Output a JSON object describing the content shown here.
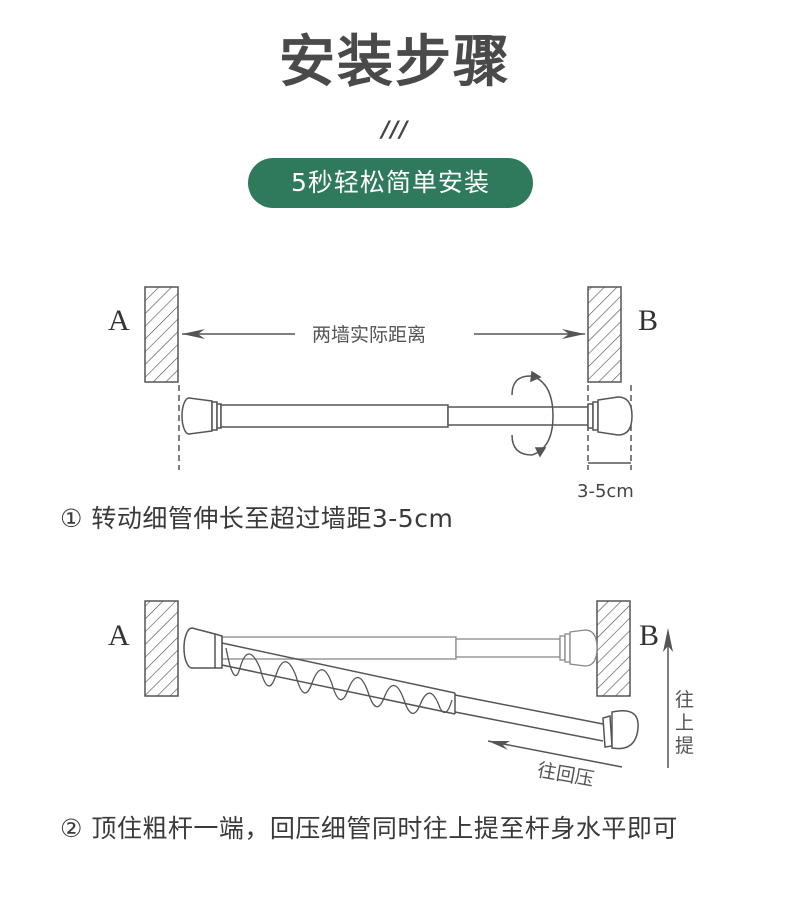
{
  "header": {
    "title": "安装步骤",
    "decoration": "///",
    "subtitle_pill": "5秒轻松简单安装",
    "pill_color": "#2f7a5c"
  },
  "diagram1": {
    "wall_left_label": "A",
    "wall_right_label": "B",
    "distance_label": "两墙实际距离",
    "extension_label": "3-5cm",
    "rotation_icon": "rotate-arrow-icon"
  },
  "step1": {
    "number": "①",
    "text": "转动细管伸长至超过墙距3-5cm"
  },
  "diagram2": {
    "wall_left_label": "A",
    "wall_right_label": "B",
    "push_back_label": "往回压",
    "lift_label_chars": [
      "往",
      "上",
      "提"
    ]
  },
  "step2": {
    "number": "②",
    "text": "顶住粗杆一端，回压细管同时往上提至杆身水平即可"
  }
}
